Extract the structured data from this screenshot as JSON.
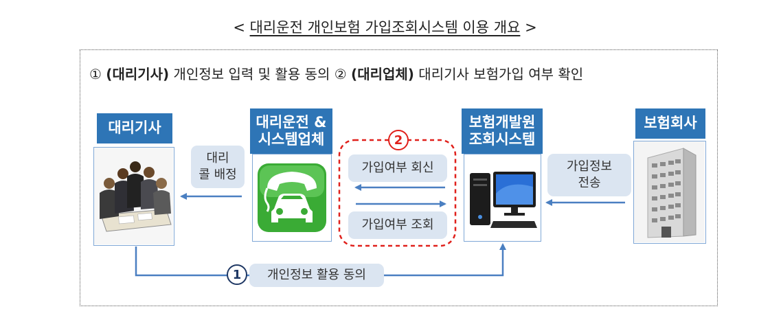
{
  "title": {
    "prefix": "<",
    "main": "대리운전 개인보험 가입조회시스템 이용 개요",
    "suffix": ">"
  },
  "headline": {
    "step1_marker": "①",
    "step1_actor": "(대리기사)",
    "step1_text": "개인정보 입력 및 활용 동의",
    "step2_marker": "②",
    "step2_actor": "(대리업체)",
    "step2_text": "대리기사 보험가입 여부 확인"
  },
  "entities": {
    "driver": "대리기사",
    "agency_line1": "대리운전 &",
    "agency_line2": "시스템업체",
    "ins_dev_line1": "보험개발원",
    "ins_dev_line2": "조회시스템",
    "insurer": "보험회사"
  },
  "labels": {
    "dispatch_line1": "대리",
    "dispatch_line2": "콜 배정",
    "reply": "가입여부 회신",
    "query": "가입여부 조회",
    "transmit_line1": "가입정보",
    "transmit_line2": "전송",
    "consent": "개인정보 활용 동의",
    "step1_badge": "1",
    "step2_badge": "2"
  },
  "colors": {
    "header_blue": "#2e75b6",
    "arrow_blue": "#4a7fc1",
    "pill_bg": "#dbe5f1",
    "dashed_red": "#e0201b",
    "app_green": "#3aab35"
  },
  "icons": {
    "driver_image": "business-meeting-people",
    "agency_image": "phone-car-app-icon",
    "ins_dev_image": "desktop-computer",
    "insurer_image": "office-building"
  }
}
